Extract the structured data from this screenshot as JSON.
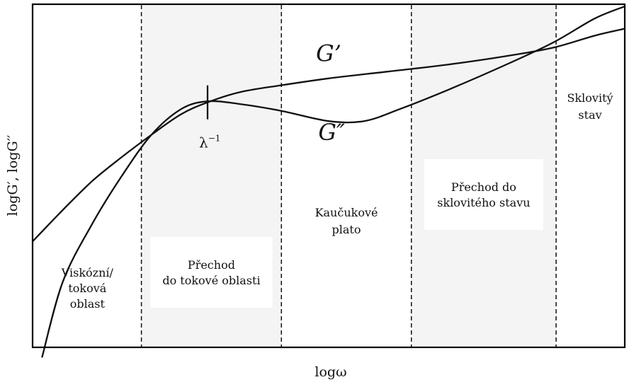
{
  "chart_data": {
    "type": "line",
    "xlabel": "logω",
    "ylabel": "logG′, logG′′",
    "xlim": [
      0,
      10
    ],
    "ylim": [
      0,
      10
    ],
    "grid": false,
    "series": [
      {
        "name": "G’",
        "color": "#111111",
        "x": [
          0,
          0.5,
          1.0,
          1.5,
          2.0,
          2.5,
          2.95,
          3.5,
          4.2,
          5.0,
          6.0,
          7.0,
          8.0,
          8.8,
          9.5,
          10.0
        ],
        "y": [
          3.1,
          4.0,
          4.85,
          5.55,
          6.2,
          6.8,
          7.15,
          7.45,
          7.65,
          7.85,
          8.05,
          8.25,
          8.5,
          8.75,
          9.1,
          9.3
        ]
      },
      {
        "name": "G″",
        "color": "#111111",
        "x": [
          0.15,
          0.5,
          1.0,
          1.5,
          2.0,
          2.5,
          2.95,
          3.5,
          4.2,
          5.0,
          5.6,
          6.2,
          7.0,
          8.0,
          8.8,
          9.5,
          10.0
        ],
        "y": [
          -0.3,
          1.9,
          3.6,
          5.0,
          6.2,
          6.95,
          7.18,
          7.1,
          6.9,
          6.6,
          6.6,
          6.95,
          7.5,
          8.25,
          8.9,
          9.6,
          9.95
        ]
      }
    ],
    "series_labels": [
      {
        "text": "G’",
        "x": 5.0,
        "y": 8.35
      },
      {
        "text": "G″",
        "x": 5.05,
        "y": 6.05
      }
    ],
    "marker": {
      "x": 2.95,
      "y": 7.15,
      "label_base": "λ",
      "label_sup": "−1"
    },
    "dividers": [
      1.83,
      4.2,
      6.4,
      8.85
    ],
    "regions": [
      {
        "lines": [
          "Viskózní/",
          "toková",
          "oblast"
        ],
        "shaded": false,
        "box": false
      },
      {
        "lines": [
          "Přechod",
          "do tokové oblasti"
        ],
        "shaded": true,
        "box": true
      },
      {
        "lines": [
          "Kaučukové",
          "plato"
        ],
        "shaded": false,
        "box": false
      },
      {
        "lines": [
          "Přechod do",
          "sklovitého stavu"
        ],
        "shaded": true,
        "box": true
      },
      {
        "lines": [
          "Sklovitý",
          "stav"
        ],
        "shaded": false,
        "box": false
      }
    ],
    "colors": {
      "line": "#111111",
      "shade": "#f4f4f4",
      "box": "#ffffff",
      "frame": "#000000"
    }
  }
}
